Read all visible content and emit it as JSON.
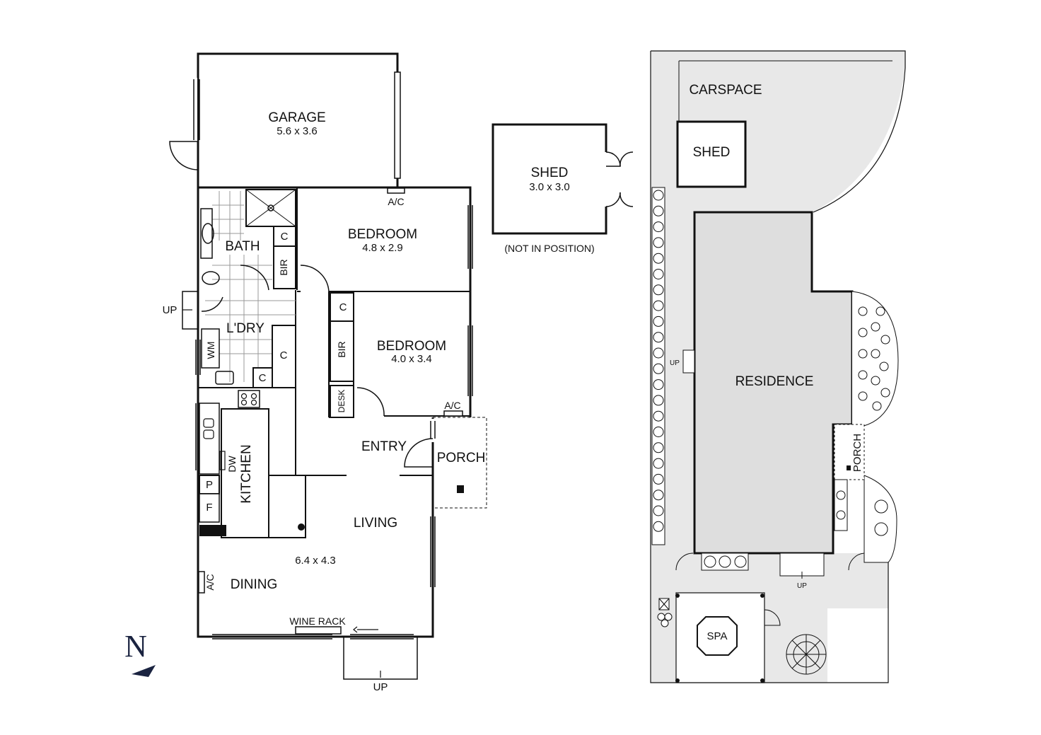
{
  "floor_plan": {
    "garage": {
      "name": "GARAGE",
      "size": "5.6 x 3.6"
    },
    "bedroom1": {
      "name": "BEDROOM",
      "size": "4.8 x 2.9"
    },
    "bedroom2": {
      "name": "BEDROOM",
      "size": "4.0 x 3.4"
    },
    "bath": "BATH",
    "laundry": "L'DRY",
    "kitchen": "KITCHEN",
    "dining": "DINING",
    "living": "LIVING",
    "living_size": "6.4 x 4.3",
    "entry": "ENTRY",
    "porch": "PORCH",
    "labels": {
      "ac": "A/C",
      "cupboard": "C",
      "bir": "BIR",
      "desk": "DESK",
      "wm": "WM",
      "dw": "DW",
      "pantry": "P",
      "fridge": "F",
      "wine_rack": "WINE RACK",
      "up": "UP"
    }
  },
  "shed": {
    "name": "SHED",
    "size": "3.0 x 3.0",
    "note": "(NOT IN POSITION)"
  },
  "site_plan": {
    "carspace": "CARSPACE",
    "shed": "SHED",
    "residence": "RESIDENCE",
    "porch": "PORCH",
    "spa": "SPA",
    "up": "UP"
  },
  "compass": {
    "letter": "N"
  },
  "colors": {
    "wall": "#111111",
    "site_fill": "#e8e8e8",
    "residence_fill": "#dedede",
    "compass": "#1a2340"
  }
}
